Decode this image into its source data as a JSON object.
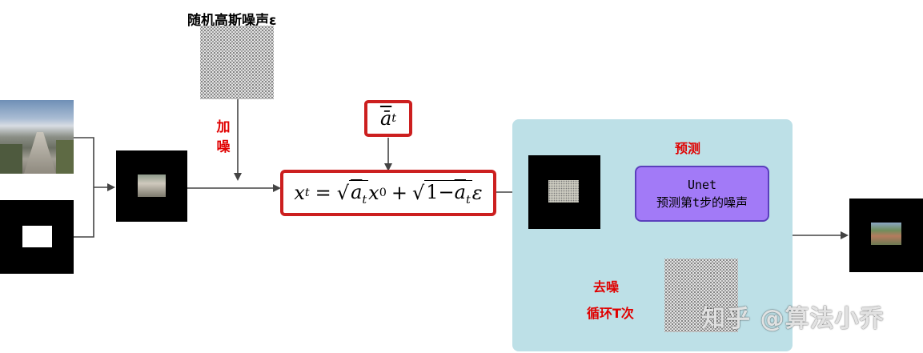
{
  "noise_title": "随机高斯噪声ε",
  "add_noise_label": "加噪",
  "alpha_bar_label": "ā",
  "alpha_bar_sub": "t",
  "formula": {
    "lhs": "x",
    "lhs_sub": "t",
    "eq": "=",
    "sqrt1": "√",
    "a1": "a",
    "a1_sub": "t",
    "x0": "x",
    "x0_sub": "0",
    "plus": "+",
    "sqrt2": "√",
    "one_minus": "1−",
    "a2": "a",
    "a2_sub": "t",
    "eps": "ε"
  },
  "predict_label": "预测",
  "unet": {
    "line1": "Unet",
    "line2": "预测第t步的噪声"
  },
  "denoise_label": "去噪",
  "loop_label": "循环T次",
  "watermark": "知乎 @算法小乔",
  "colors": {
    "red": "#e00000",
    "panel": "#bde0e7",
    "unet": "#a27af7",
    "arrow": "#444444"
  }
}
